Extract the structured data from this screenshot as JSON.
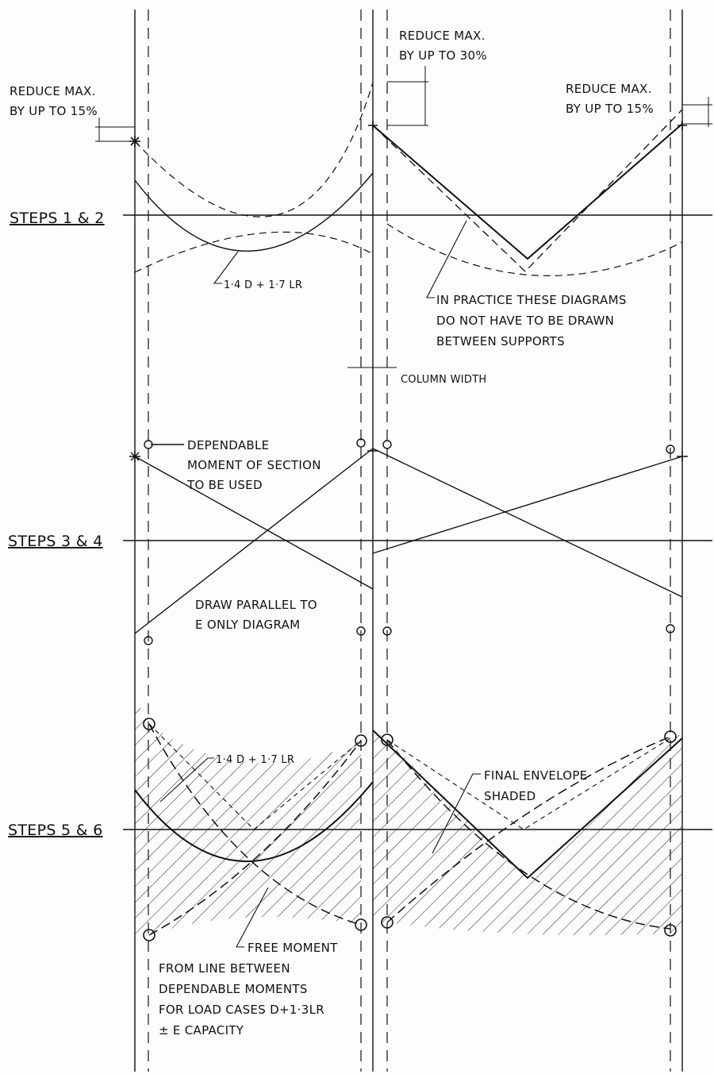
{
  "steps": {
    "s12": "STEPS 1 & 2",
    "s34": "STEPS 3 & 4",
    "s56": "STEPS 5 & 6"
  },
  "notes": {
    "reduce_left": [
      "REDUCE MAX.",
      "BY UP TO 15%"
    ],
    "reduce_mid": [
      "REDUCE MAX.",
      "BY UP TO 30%"
    ],
    "reduce_right": [
      "REDUCE MAX.",
      "BY UP TO 15%"
    ],
    "combo_top": "1·4 D + 1·7 LR",
    "practice": [
      "IN PRACTICE THESE DIAGRAMS",
      "DO NOT HAVE TO BE DRAWN",
      "BETWEEN SUPPORTS"
    ],
    "column_width": "COLUMN WIDTH",
    "dependable": [
      "DEPENDABLE",
      "MOMENT OF SECTION",
      "TO BE USED"
    ],
    "parallel": [
      "DRAW PARALLEL TO",
      "E ONLY DIAGRAM"
    ],
    "combo_bottom": "1·4 D + 1·7 LR",
    "final": [
      "FINAL ENVELOPE",
      "SHADED"
    ],
    "free_moment": [
      "FREE MOMENT",
      "FROM LINE BETWEEN",
      "DEPENDABLE MOMENTS",
      "FOR LOAD CASES D+1·3LR",
      "± E CAPACITY"
    ]
  },
  "colors": {
    "ink": "#111111",
    "paper": "#fdfdfd"
  }
}
